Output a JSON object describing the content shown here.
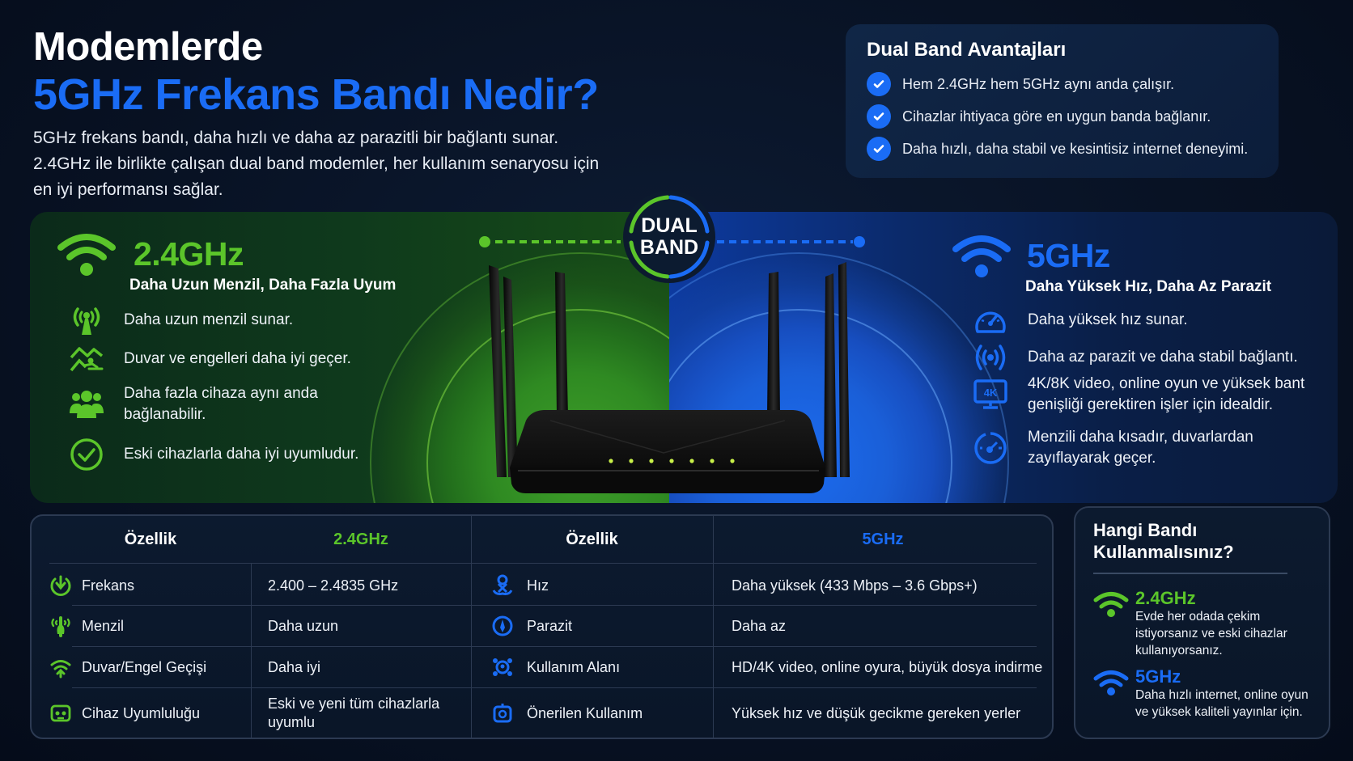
{
  "header": {
    "title_line1": "Modemlerde",
    "title_line2": "5GHz Frekans Bandı Nedir?",
    "intro": "5GHz frekans bandı, daha hızlı ve daha az parazitli bir bağlantı sunar. 2.4GHz ile birlikte çalışan dual band modemler, her kullanım senaryosu için en iyi performansı sağlar."
  },
  "advantages": {
    "title": "Dual Band Avantajları",
    "items": [
      "Hem 2.4GHz hem 5GHz aynı anda çalışır.",
      "Cihazlar ihtiyaca göre en uygun banda bağlanır.",
      "Daha hızlı, daha stabil ve kesintisiz internet deneyimi."
    ],
    "icon": "check-circle-icon",
    "accent": "#1a6cf5"
  },
  "badge": {
    "line1": "DUAL",
    "line2": "BAND"
  },
  "band_24": {
    "title": "2.4GHz",
    "subtitle": "Daha Uzun Menzil, Daha Fazla Uyum",
    "color": "#5bc52a",
    "features": [
      {
        "icon": "antenna-signal-icon",
        "text": "Daha uzun menzil sunar."
      },
      {
        "icon": "wall-pass-icon",
        "text": "Duvar ve engelleri daha iyi geçer."
      },
      {
        "icon": "users-icon",
        "text": "Daha fazla cihaza aynı anda bağlanabilir."
      },
      {
        "icon": "check-circle-icon",
        "text": "Eski cihazlarla daha iyi uyumludur."
      }
    ]
  },
  "band_5": {
    "title": "5GHz",
    "subtitle": "Daha Yüksek Hız, Daha Az Parazit",
    "color": "#1a6cf5",
    "features": [
      {
        "icon": "speedometer-icon",
        "text": "Daha yüksek hız sunar."
      },
      {
        "icon": "broadcast-icon",
        "text": "Daha az parazit ve daha stabil bağlantı."
      },
      {
        "icon": "monitor-4k-icon",
        "text": "4K/8K video, online oyun ve yüksek bant genişliği gerektiren işler için idealdir."
      },
      {
        "icon": "range-target-icon",
        "text": "Menzili daha kısadır, duvarlardan zayıflayarak geçer."
      }
    ]
  },
  "table": {
    "left": {
      "headers": [
        "Özellik",
        "2.4GHz"
      ],
      "rows": [
        {
          "icon": "frequency-icon",
          "feature": "Frekans",
          "value": "2.400 – 2.4835 GHz"
        },
        {
          "icon": "range-icon",
          "feature": "Menzil",
          "value": "Daha uzun"
        },
        {
          "icon": "wall-signal-icon",
          "feature": "Duvar/Engel Geçişi",
          "value": "Daha iyi"
        },
        {
          "icon": "device-compat-icon",
          "feature": "Cihaz Uyumluluğu",
          "value": "Eski ve yeni tüm cihazlarla uyumlu"
        }
      ]
    },
    "right": {
      "headers": [
        "Özellik",
        "5GHz"
      ],
      "rows": [
        {
          "icon": "speed-icon",
          "feature": "Hız",
          "value": "Daha yüksek (433 Mbps – 3.6 Gbps+)"
        },
        {
          "icon": "interference-icon",
          "feature": "Parazit",
          "value": "Daha az"
        },
        {
          "icon": "usage-area-icon",
          "feature": "Kullanım Alanı",
          "value": "HD/4K video, online oyura, büyük dosya indirme"
        },
        {
          "icon": "recommended-icon",
          "feature": "Önerilen Kullanım",
          "value": "Yüksek hız ve düşük gecikme gereken yerler"
        }
      ]
    }
  },
  "which": {
    "title": "Hangi Bandı Kullanmalısınız?",
    "items": [
      {
        "band": "2.4GHz",
        "color": "#5bc52a",
        "desc": "Evde her odada çekim istiyorsanız ve eski cihazlar kullanıyorsanız."
      },
      {
        "band": "5GHz",
        "color": "#1a6cf5",
        "desc": "Daha hızlı internet, online oyun ve yüksek kaliteli yayınlar için."
      }
    ]
  }
}
